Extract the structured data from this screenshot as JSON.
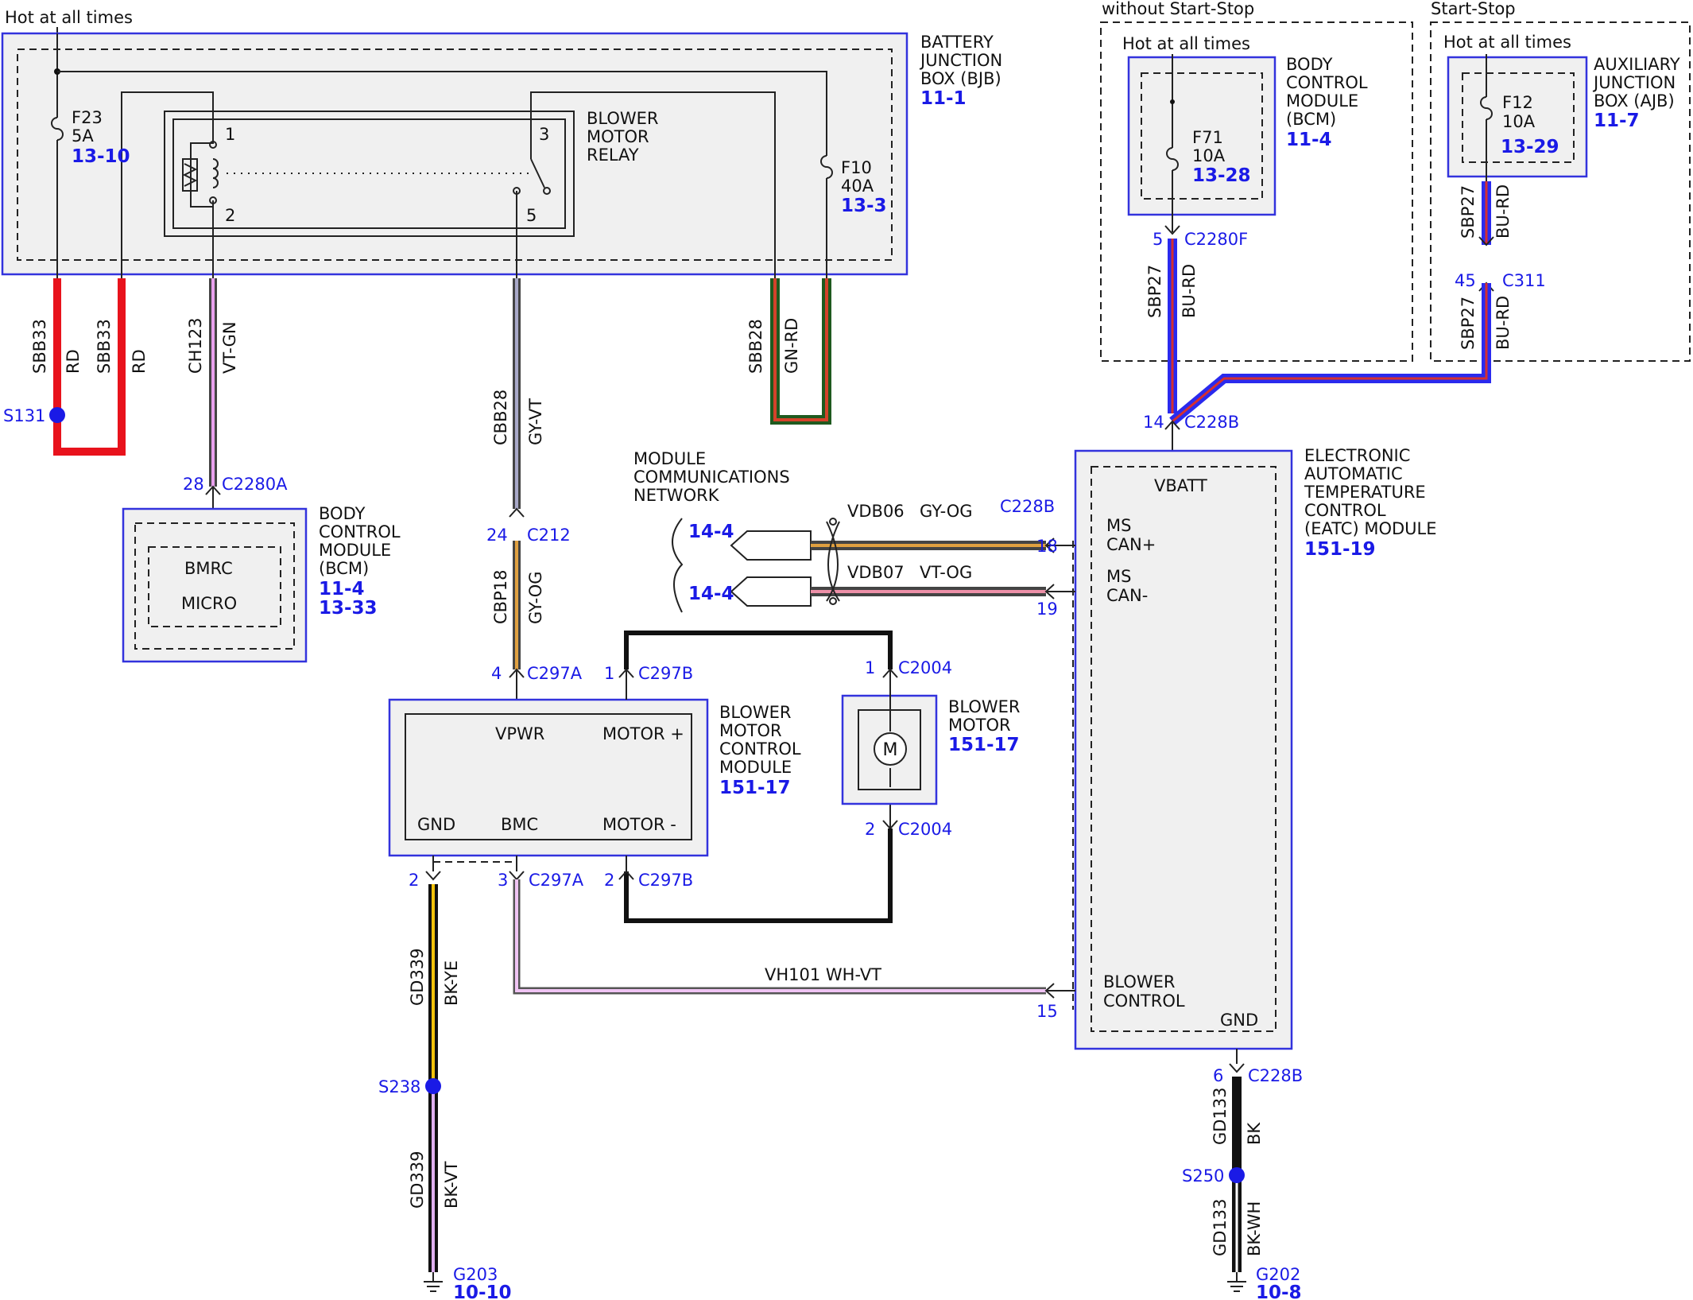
{
  "top": {
    "hot_left": "Hot at all times",
    "without_ss": "without Start-Stop",
    "hot_bcm": "Hot at all times",
    "start_stop": "Start-Stop",
    "hot_ajb": "Hot at all times"
  },
  "bjb": {
    "l1": "BATTERY",
    "l2": "JUNCTION",
    "l3": "BOX (BJB)",
    "ref": "11-1",
    "f23": "F23",
    "f23_amp": "5A",
    "f23_ref": "13-10",
    "f10": "F10",
    "f10_amp": "40A",
    "f10_ref": "13-3",
    "relay_l1": "BLOWER",
    "relay_l2": "MOTOR",
    "relay_l3": "RELAY",
    "pin1": "1",
    "pin2": "2",
    "pin3": "3",
    "pin5": "5"
  },
  "bcm_top": {
    "l1": "BODY",
    "l2": "CONTROL",
    "l3": "MODULE",
    "l4": "(BCM)",
    "ref": "11-4",
    "fuse": "F71",
    "amp": "10A",
    "fuse_ref": "13-28",
    "pin": "5",
    "conn": "C2280F"
  },
  "ajb": {
    "l1": "AUXILIARY",
    "l2": "JUNCTION",
    "l3": "BOX (AJB)",
    "ref": "11-7",
    "fuse": "F12",
    "amp": "10A",
    "fuse_ref": "13-29"
  },
  "wires": {
    "sbb33": "SBB33",
    "rd": "RD",
    "ch123": "CH123",
    "vtgn": "VT-GN",
    "cbb28": "CBB28",
    "gyvt": "GY-VT",
    "sbb28": "SBB28",
    "gnrd": "GN-RD",
    "cbp18": "CBP18",
    "gyog": "GY-OG",
    "sbp27": "SBP27",
    "burd": "BU-RD",
    "vdb06": "VDB06",
    "vdb06c": "GY-OG",
    "vdb07": "VDB07",
    "vdb07c": "VT-OG",
    "vh101": "VH101  WH-VT",
    "gd339": "GD339",
    "bkye": "BK-YE",
    "bkvt": "BK-VT",
    "gd133": "GD133",
    "bk": "BK",
    "bkwh": "BK-WH"
  },
  "splices": {
    "s131": "S131",
    "s238": "S238",
    "s250": "S250",
    "g203": "G203",
    "g203_ref": "10-10",
    "g202": "G202",
    "g202_ref": "10-8"
  },
  "connectors": {
    "c2280a_pin": "28",
    "c2280a": "C2280A",
    "c212_pin": "24",
    "c212": "C212",
    "c297a_pin": "4",
    "c297a": "C297A",
    "c297b_pin": "1",
    "c297b": "C297B",
    "c2004_pin1": "1",
    "c2004a": "C2004",
    "c2004_pin2": "2",
    "c2004b": "C2004",
    "gnd_pin": "2",
    "bmc_pin": "3",
    "bmc_conn": "C297A",
    "mneg_pin": "2",
    "mneg_conn": "C297B",
    "c311_pin": "45",
    "c311": "C311",
    "c228b_pin": "14",
    "c228b": "C228B",
    "can_plus_pin": "18",
    "can_plus_conn": "C228B",
    "can_minus_pin": "19",
    "blower_ctrl_pin": "15",
    "eatc_gnd_pin": "6",
    "eatc_gnd_conn": "C228B"
  },
  "bcm_left": {
    "l1": "BODY",
    "l2": "CONTROL",
    "l3": "MODULE",
    "l4": "(BCM)",
    "ref1": "11-4",
    "ref2": "13-33",
    "bmrc": "BMRC",
    "micro": "MICRO"
  },
  "network": {
    "l1": "MODULE",
    "l2": "COMMUNICATIONS",
    "l3": "NETWORK",
    "ref_a": "14-4",
    "ref_b": "14-4"
  },
  "bmcm": {
    "l1": "BLOWER",
    "l2": "MOTOR",
    "l3": "CONTROL",
    "l4": "MODULE",
    "ref": "151-17",
    "vpwr": "VPWR",
    "motor_pos": "MOTOR +",
    "gnd": "GND",
    "bmc": "BMC",
    "motor_neg": "MOTOR -"
  },
  "motor": {
    "l1": "BLOWER",
    "l2": "MOTOR",
    "ref": "151-17",
    "symbol": "M"
  },
  "eatc": {
    "l1": "ELECTRONIC",
    "l2": "AUTOMATIC",
    "l3": "TEMPERATURE",
    "l4": "CONTROL",
    "l5": "(EATC) MODULE",
    "ref": "151-19",
    "vbatt": "VBATT",
    "ms1": "MS",
    "can_plus": "CAN+",
    "ms2": "MS",
    "can_minus": "CAN-",
    "blower": "BLOWER",
    "control": "CONTROL",
    "gnd": "GND"
  },
  "colors": {
    "box_stroke": "#3333dd",
    "ref_blue": "#1a1ae6",
    "red": "#e8121c",
    "blue_wire": "#2a2aee",
    "green": "#1f7a1f"
  }
}
